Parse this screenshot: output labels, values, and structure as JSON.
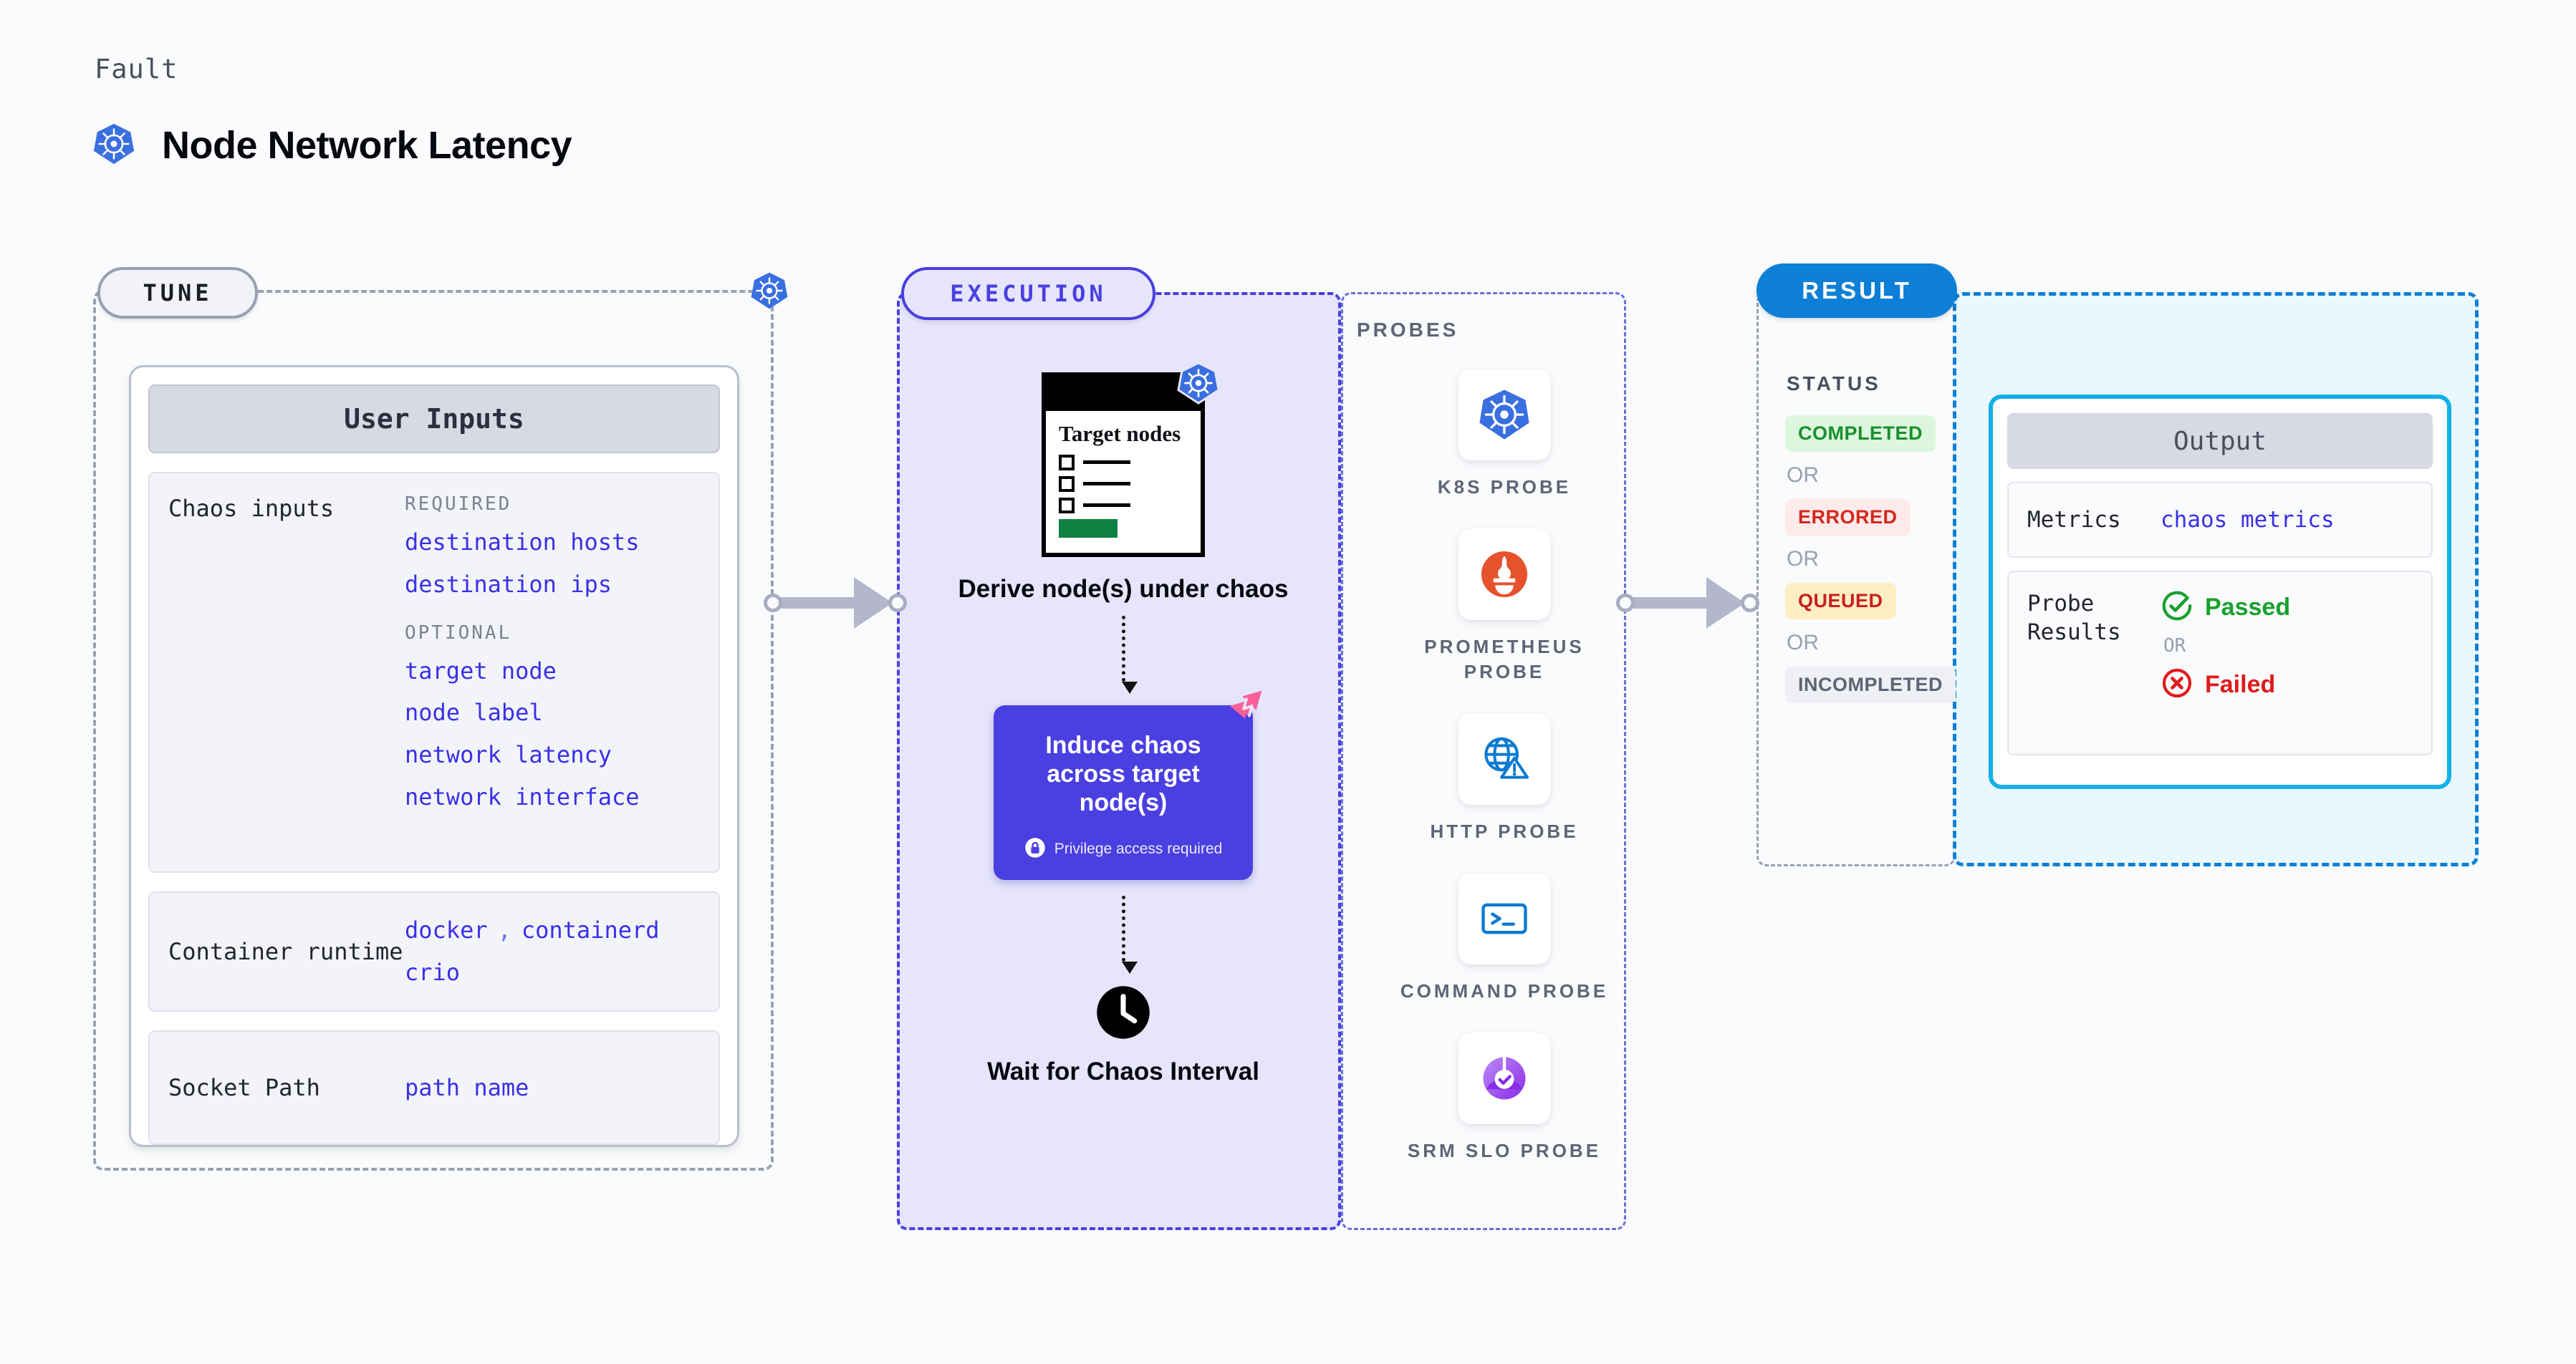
{
  "header": {
    "eyebrow": "Fault",
    "title": "Node Network Latency",
    "icon": "kubernetes-icon"
  },
  "tune": {
    "badge": "TUNE",
    "edge_icon": "kubernetes-icon",
    "card_title": "User Inputs",
    "sections": [
      {
        "label": "Chaos inputs",
        "groups": [
          {
            "title": "REQUIRED",
            "values": [
              "destination hosts",
              "destination ips"
            ]
          },
          {
            "title": "OPTIONAL",
            "values": [
              "target node",
              "node label",
              "network latency",
              "network interface"
            ]
          }
        ]
      },
      {
        "label": "Container runtime",
        "values": [
          "docker",
          ",",
          "containerd",
          "crio"
        ]
      },
      {
        "label": "Socket Path",
        "values": [
          "path name"
        ]
      }
    ]
  },
  "execution": {
    "badge": "EXECUTION",
    "doc_title": "Target nodes",
    "doc_icon": "kubernetes-icon",
    "step1_caption": "Derive node(s) under chaos",
    "chaos_box": {
      "title": "Induce chaos across target node(s)",
      "privilege_note": "Privilege access required",
      "privilege_icon": "lock-icon",
      "corner_icon": "harness-litmus-icon",
      "color": "#4a3fe0"
    },
    "wait_icon": "clock-icon",
    "wait_caption": "Wait for Chaos Interval"
  },
  "probes": {
    "label": "PROBES",
    "items": [
      {
        "name": "K8S PROBE",
        "icon": "kubernetes-icon"
      },
      {
        "name": "PROMETHEUS PROBE",
        "icon": "prometheus-icon"
      },
      {
        "name": "HTTP PROBE",
        "icon": "globe-warning-icon"
      },
      {
        "name": "COMMAND PROBE",
        "icon": "terminal-icon"
      },
      {
        "name": "SRM SLO PROBE",
        "icon": "slo-gauge-icon"
      }
    ]
  },
  "result": {
    "badge": "RESULT",
    "status_label": "STATUS",
    "or_text": "OR",
    "statuses": [
      {
        "text": "COMPLETED",
        "color": "#1a8f2c",
        "bg": "#ddf6de"
      },
      {
        "text": "ERRORED",
        "color": "#d5271c",
        "bg": "#fdeaea"
      },
      {
        "text": "QUEUED",
        "color": "#c81e1e",
        "bg": "#fdeec4"
      },
      {
        "text": "INCOMPLETED",
        "color": "#5f6475",
        "bg": "#eff0f5"
      }
    ],
    "output": {
      "title": "Output",
      "rows": [
        {
          "label": "Metrics",
          "value": "chaos metrics"
        }
      ],
      "probe_results": {
        "label": "Probe Results",
        "passed": "Passed",
        "passed_color": "#18a02e",
        "passed_icon": "check-circle-icon",
        "or_text": "OR",
        "failed": "Failed",
        "failed_color": "#e01b1b",
        "failed_icon": "x-circle-icon"
      }
    }
  },
  "connectors": {
    "arrow_icon": "arrow-right-icon"
  }
}
